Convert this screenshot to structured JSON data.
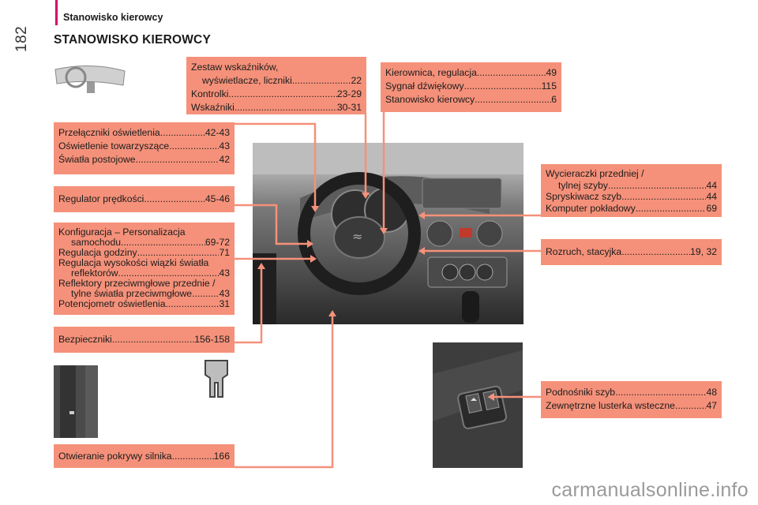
{
  "header": {
    "section": "Stanowisko kierowcy",
    "page_number": "182"
  },
  "title": "STANOWISKO KIEROWCY",
  "watermark": "carmanualsonline.info",
  "boxes": {
    "instruments": [
      {
        "label": "Zestaw wskaźników,",
        "page": ""
      },
      {
        "label": "wyświetlacze, liczniki ",
        "page": "22"
      },
      {
        "label": "Kontrolki",
        "page": "23-29"
      },
      {
        "label": "Wskaźniki ",
        "page": "30-31"
      }
    ],
    "steering": [
      {
        "label": "Kierownica, regulacja ",
        "page": "49"
      },
      {
        "label": "Sygnał dźwiękowy ",
        "page": "115"
      },
      {
        "label": "Stanowisko kierowcy ",
        "page": "6"
      }
    ],
    "lighting": [
      {
        "label": "Przełączniki oświetlenia",
        "page": "42-43"
      },
      {
        "label": "Oświetlenie towarzyszące ",
        "page": "43"
      },
      {
        "label": "Światła postojowe ",
        "page": "42"
      }
    ],
    "speed": [
      {
        "label": "Regulator prędkości",
        "page": "45-46"
      }
    ],
    "config": [
      {
        "label": "Konfiguracja – Personalizacja",
        "page": ""
      },
      {
        "label": "samochodu ",
        "page": "69-72"
      },
      {
        "label": "Regulacja godziny ",
        "page": "71"
      },
      {
        "label": "Regulacja wysokości wiązki światła",
        "page": ""
      },
      {
        "label": "reflektorów ",
        "page": "43"
      },
      {
        "label": "Reflektory przeciwmgłowe przednie /",
        "page": ""
      },
      {
        "label": "tylne światła przeciwmgłowe ",
        "page": "43"
      },
      {
        "label": "Potencjometr oświetlenia",
        "page": "31"
      }
    ],
    "fuses": [
      {
        "label": "Bezpieczniki",
        "page": "156-158"
      }
    ],
    "bonnet": [
      {
        "label": "Otwieranie pokrywy silnika ",
        "page": "166"
      }
    ],
    "wipers": [
      {
        "label": "Wycieraczki przedniej /",
        "page": ""
      },
      {
        "label": "tylnej szyby ",
        "page": "44"
      },
      {
        "label": "Spryskiwacz szyb ",
        "page": "44"
      },
      {
        "label": "Komputer pokładowy ",
        "page": "69"
      }
    ],
    "ignition": [
      {
        "label": "Rozruch, stacyjka ",
        "page": "19, 32"
      }
    ],
    "windows": [
      {
        "label": "Podnośniki szyb",
        "page": "48"
      },
      {
        "label": "Zewnętrzne lusterka wsteczne ",
        "page": "47"
      }
    ]
  },
  "colors": {
    "accent_pink": "#d6006e",
    "box_fill": "#f5917a",
    "leader_line": "#f5917a"
  }
}
